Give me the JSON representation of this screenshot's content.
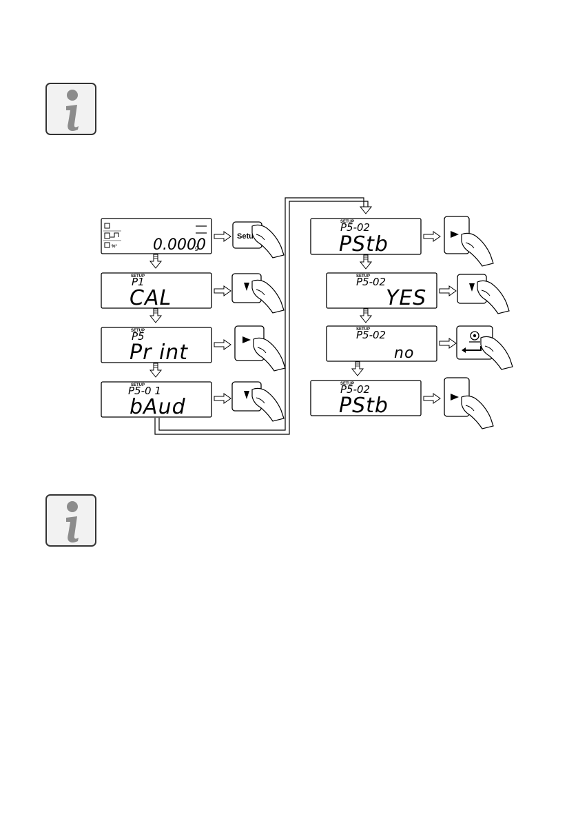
{
  "icons": {
    "info": "info-icon",
    "finger": "finger-press-icon",
    "enter": "enter-key-icon"
  },
  "display_home": {
    "weight": "0.0000",
    "unit": "g"
  },
  "setup_label": "SETUP",
  "steps": [
    {
      "code": "P1",
      "text": "CAL"
    },
    {
      "code": "P5",
      "text": "Pr int"
    },
    {
      "code": "P5-0 1",
      "text": "bAud"
    },
    {
      "code": "P5-02",
      "text": "PStb"
    },
    {
      "code": "P5-02",
      "text": "YES"
    },
    {
      "code": "P5-02",
      "text": "no"
    },
    {
      "code": "P5-02",
      "text": "PStb"
    }
  ],
  "setup_button": {
    "label": "Setu"
  },
  "colors": {
    "line": "#000000",
    "icon_gray": "#8c8c8c"
  }
}
